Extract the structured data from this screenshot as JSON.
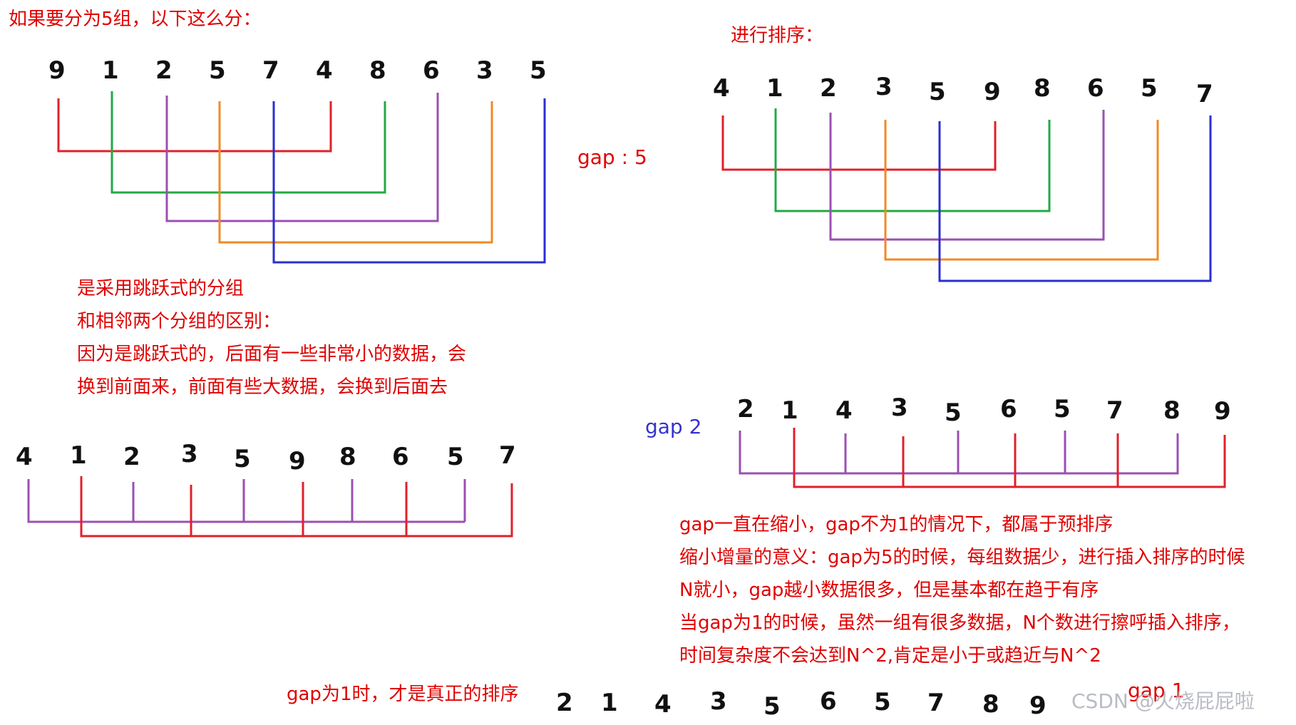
{
  "title": "如果要分为5组，以下这么分：",
  "sort_title": "进行排序：",
  "gap5_label": "gap : 5",
  "gap2_label": "gap 2",
  "gap1_label": "gap 1",
  "gap1_text": "gap为1时，才是真正的排序",
  "watermark": "CSDN @火烧屁屁啦",
  "note1": [
    "是采用跳跃式的分组",
    "和相邻两个分组的区别：",
    "因为是跳跃式的，后面有一些非常小的数据，会",
    "换到前面来，前面有些大数据，会换到后面去"
  ],
  "note2": [
    "gap一直在缩小，gap不为1的情况下，都属于预排序",
    "缩小增量的意义：gap为5的时候，每组数据少，进行插入排序的时候",
    "N就小，gap越小数据很多，但是基本都在趋于有序",
    "当gap为1的时候，虽然一组有很多数据，N个数进行擦呼插入排序，",
    "时间复杂度不会达到N^2,肯定是小于或趋近与N^2"
  ],
  "arrays": {
    "initial": [
      "9",
      "1",
      "2",
      "5",
      "7",
      "4",
      "8",
      "6",
      "3",
      "5"
    ],
    "after_gap5": [
      "4",
      "1",
      "2",
      "3",
      "5",
      "9",
      "8",
      "6",
      "5",
      "7"
    ],
    "gap2_left": [
      "4",
      "1",
      "2",
      "3",
      "5",
      "9",
      "8",
      "6",
      "5",
      "7"
    ],
    "after_gap2": [
      "2",
      "1",
      "4",
      "3",
      "5",
      "6",
      "5",
      "7",
      "8",
      "9"
    ],
    "gap1": [
      "2",
      "1",
      "4",
      "3",
      "5",
      "6",
      "5",
      "7",
      "8",
      "9"
    ]
  },
  "colors": {
    "text_red": "#e00000",
    "gap2_blue": "#3333cc",
    "group_red": "#e0202a",
    "group_green": "#22aa44",
    "group_purple": "#9b4fb4",
    "group_orange": "#f08a24",
    "group_blue": "#2a2fd0",
    "watermark": "#b9bcc4"
  }
}
